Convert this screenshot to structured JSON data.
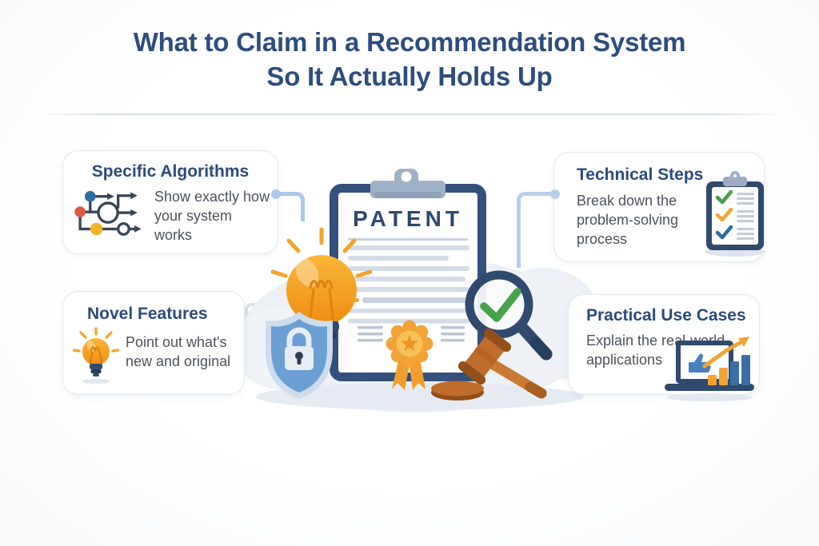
{
  "title": {
    "line1": "What to Claim in a Recommendation System",
    "line2": "So It Actually Holds Up"
  },
  "cards": [
    {
      "id": "specific-algorithms",
      "title": "Specific Algorithms",
      "description": "Show exactly how your system works",
      "icon": "flowchart-icon"
    },
    {
      "id": "novel-features",
      "title": "Novel Features",
      "description": "Point out what's new and original",
      "icon": "lightbulb-icon"
    },
    {
      "id": "technical-steps",
      "title": "Technical Steps",
      "description": "Break down the problem-solving process",
      "icon": "checklist-clipboard-icon"
    },
    {
      "id": "practical-use-cases",
      "title": "Practical Use Cases",
      "description": "Explain the real-world applications",
      "icon": "laptop-growth-chart-icon"
    }
  ],
  "center": {
    "patent_label": "PATENT",
    "icons": [
      "patent-clipboard-icon",
      "lightbulb-icon",
      "shield-lock-icon",
      "award-ribbon-icon",
      "magnifier-check-icon",
      "gavel-icon"
    ]
  },
  "colors": {
    "heading_navy": "#2c4d7e",
    "body_gray": "#4c525b",
    "accent_orange": "#f2a433",
    "accent_blue": "#2e6da4",
    "accent_green": "#4a9e4a",
    "accent_red": "#d95b43",
    "connector_blue": "#aac9e9",
    "card_border": "#e3e7ed",
    "clipboard_navy": "#34507c",
    "shield_blue": "#6aa0d4",
    "gavel_brown": "#c06c2b"
  }
}
